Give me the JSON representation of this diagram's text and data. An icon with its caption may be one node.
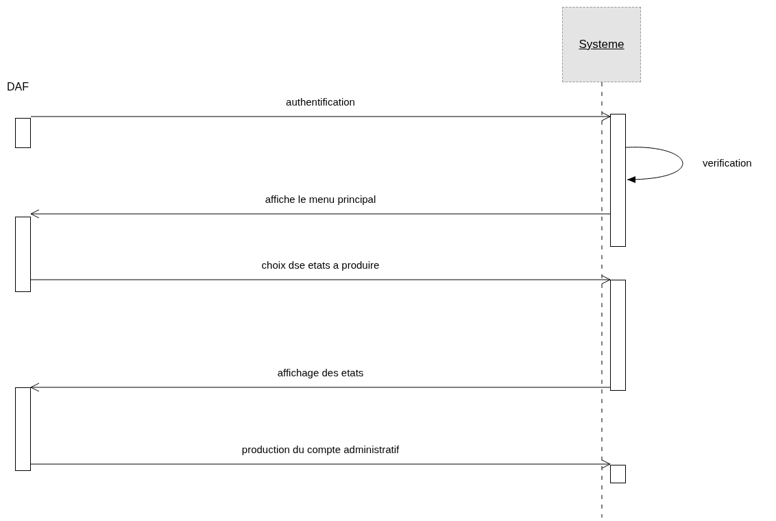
{
  "diagram": {
    "nodes": [
      {
        "text": [
          "Systeme"
        ]
      },
      {
        "text": [],
        "shape": "bar"
      },
      {
        "text": [],
        "shape": "bar"
      },
      {
        "text": [],
        "shape": "bar"
      },
      {
        "text": [],
        "shape": "bar"
      },
      {
        "text": [],
        "shape": "bar"
      },
      {
        "text": [],
        "shape": "bar"
      }
    ],
    "edges": [
      {
        "from": 1,
        "to": 2,
        "arrow": "to",
        "label": "authentification"
      },
      {
        "from": 2,
        "to": 2,
        "arrow": "to",
        "label": "verification"
      },
      {
        "from": 2,
        "to": 3,
        "arrow": "to",
        "label": "affiche le menu principal"
      },
      {
        "from": 3,
        "to": 4,
        "arrow": "to",
        "label": "choix dse etats a produire"
      },
      {
        "from": 4,
        "to": 5,
        "arrow": "to",
        "label": "affichage des etats"
      },
      {
        "from": 5,
        "to": 6,
        "arrow": "to",
        "label": "production du compte administratif"
      }
    ],
    "labels": [
      "DAF"
    ]
  }
}
